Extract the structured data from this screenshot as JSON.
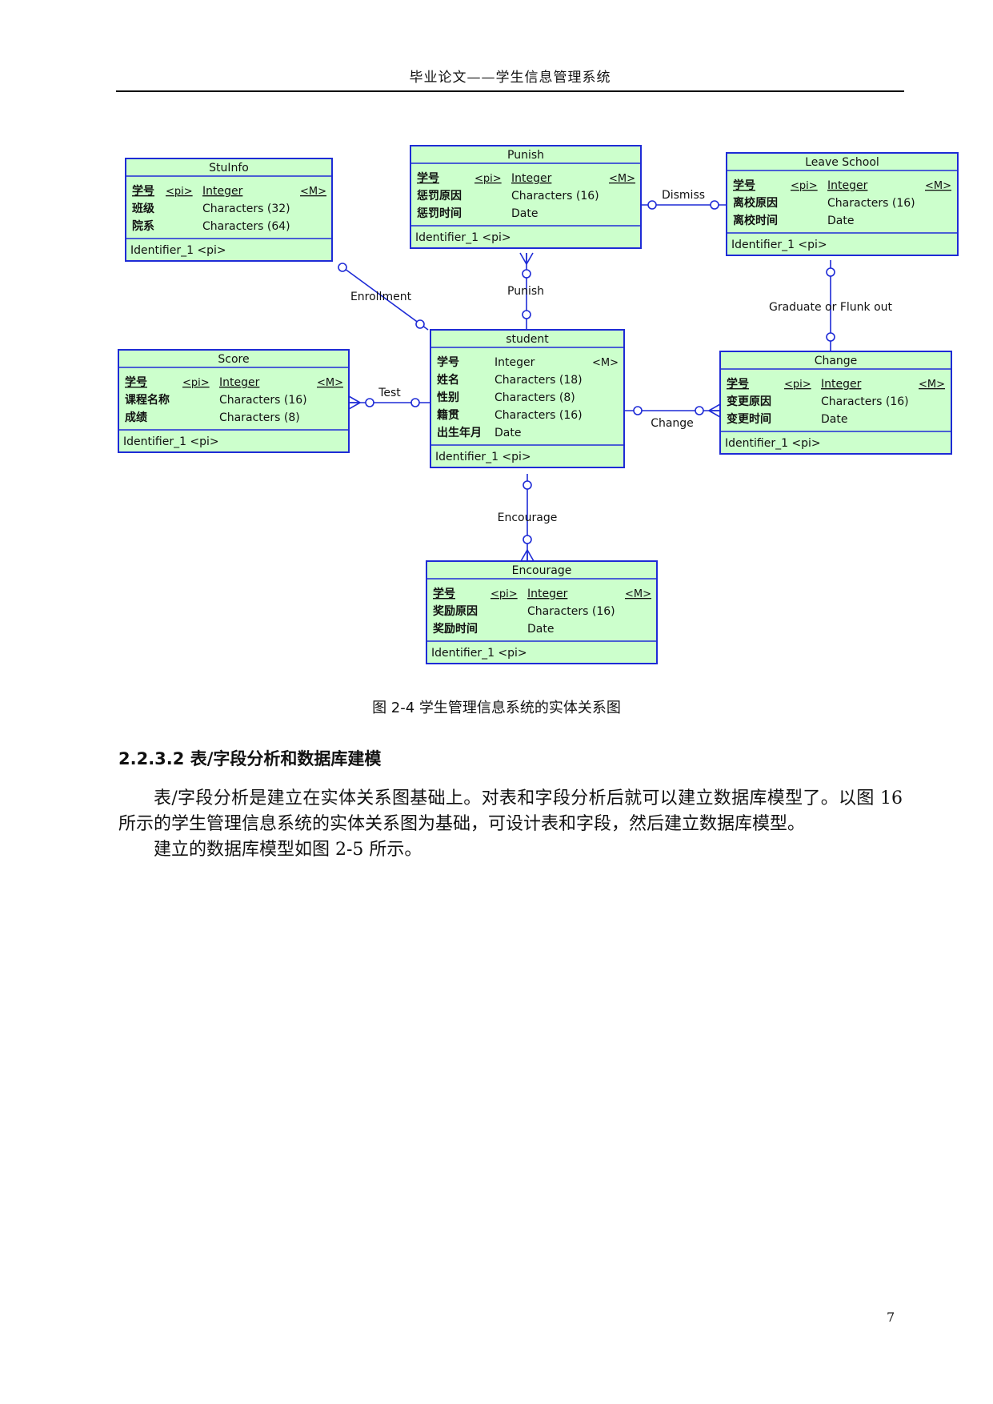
{
  "header": {
    "title": "毕业论文——学生信息管理系统"
  },
  "figure": {
    "caption": "图 2-4 学生管理信息系统的实体关系图",
    "entities": {
      "stuinfo": {
        "name": "StuInfo",
        "rows": [
          {
            "field": "学号",
            "tag": "<pi>",
            "type": "Integer",
            "mand": "<M>"
          },
          {
            "field": "班级",
            "tag": "",
            "type": "Characters (32)",
            "mand": ""
          },
          {
            "field": "院系",
            "tag": "",
            "type": "Characters (64)",
            "mand": ""
          }
        ],
        "identifier": "Identifier_1   <pi>"
      },
      "punish": {
        "name": "Punish",
        "rows": [
          {
            "field": "学号",
            "tag": "<pi>",
            "type": "Integer",
            "mand": "<M>"
          },
          {
            "field": "惩罚原因",
            "tag": "",
            "type": "Characters (16)",
            "mand": ""
          },
          {
            "field": "惩罚时间",
            "tag": "",
            "type": "Date",
            "mand": ""
          }
        ],
        "identifier": "Identifier_1   <pi>"
      },
      "leave": {
        "name": "Leave School",
        "rows": [
          {
            "field": "学号",
            "tag": "<pi>",
            "type": "Integer",
            "mand": "<M>"
          },
          {
            "field": "离校原因",
            "tag": "",
            "type": "Characters (16)",
            "mand": ""
          },
          {
            "field": "离校时间",
            "tag": "",
            "type": "Date",
            "mand": ""
          }
        ],
        "identifier": "Identifier_1   <pi>"
      },
      "score": {
        "name": "Score",
        "rows": [
          {
            "field": "学号",
            "tag": "<pi>",
            "type": "Integer",
            "mand": "<M>"
          },
          {
            "field": "课程名称",
            "tag": "",
            "type": "Characters (16)",
            "mand": ""
          },
          {
            "field": "成绩",
            "tag": "",
            "type": "Characters (8)",
            "mand": ""
          }
        ],
        "identifier": "Identifier_1   <pi>"
      },
      "student": {
        "name": "student",
        "rows": [
          {
            "field": "学号",
            "tag": "",
            "type": "Integer",
            "mand": "<M>"
          },
          {
            "field": "姓名",
            "tag": "",
            "type": "Characters (18)",
            "mand": ""
          },
          {
            "field": "性别",
            "tag": "",
            "type": "Characters (8)",
            "mand": ""
          },
          {
            "field": "籍贯",
            "tag": "",
            "type": "Characters (16)",
            "mand": ""
          },
          {
            "field": "出生年月",
            "tag": "",
            "type": "Date",
            "mand": ""
          }
        ],
        "identifier": "Identifier_1   <pi>"
      },
      "change": {
        "name": "Change",
        "rows": [
          {
            "field": "学号",
            "tag": "<pi>",
            "type": "Integer",
            "mand": "<M>"
          },
          {
            "field": "变更原因",
            "tag": "",
            "type": "Characters (16)",
            "mand": ""
          },
          {
            "field": "变更时间",
            "tag": "",
            "type": "Date",
            "mand": ""
          }
        ],
        "identifier": "Identifier_1   <pi>"
      },
      "encourage": {
        "name": "Encourage",
        "rows": [
          {
            "field": "学号",
            "tag": "<pi>",
            "type": "Integer",
            "mand": "<M>"
          },
          {
            "field": "奖励原因",
            "tag": "",
            "type": "Characters (16)",
            "mand": ""
          },
          {
            "field": "奖励时间",
            "tag": "",
            "type": "Date",
            "mand": ""
          }
        ],
        "identifier": "Identifier_1   <pi>"
      }
    },
    "relations": {
      "dismiss": "Dismiss",
      "enrollment": "Enrollment",
      "punish": "Punish",
      "graduate": "Graduate or Flunk out",
      "test": "Test",
      "change": "Change",
      "encourage": "Encourage"
    },
    "colors": {
      "entity_fill": "#ccffcc",
      "entity_border": "#1e2bd6",
      "line": "#1e2bd6"
    }
  },
  "section": {
    "title": "2.2.3.2 表/字段分析和数据库建模"
  },
  "body": {
    "p1": "表/字段分析是建立在实体关系图基础上。对表和字段分析后就可以建立数据库模型了。以图 16 所示的学生管理信息系统的实体关系图为基础，可设计表和字段，然后建立数据库模型。",
    "p2": "建立的数据库模型如图 2-5 所示。"
  },
  "page": {
    "number": "7"
  }
}
